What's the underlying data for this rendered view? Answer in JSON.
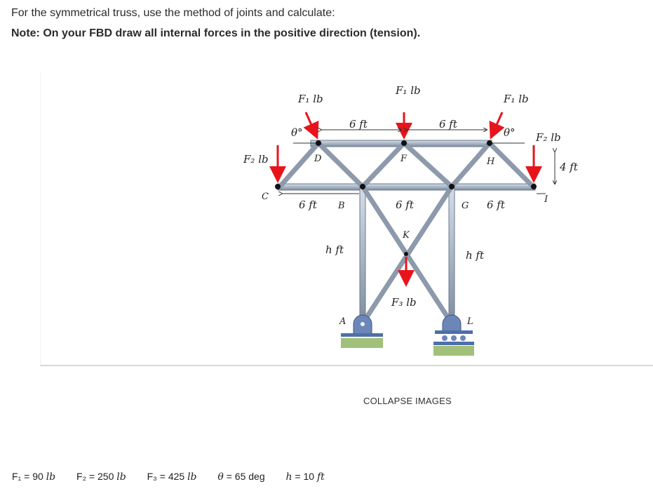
{
  "instructions": {
    "line1": "For the symmetrical truss, use the method of joints and calculate:",
    "line2": "Note: On your FBD draw all internal forces in the positive direction (tension)."
  },
  "figure": {
    "load_F1": "F₁ lb",
    "load_F2": "F₂ lb",
    "load_F3": "F₃ lb",
    "angle": "θ°",
    "dim_6ft": "6 ft",
    "dim_4ft": "4 ft",
    "dim_hft": "h ft",
    "joints": [
      "A",
      "B",
      "C",
      "D",
      "F",
      "G",
      "H",
      "I",
      "K",
      "L"
    ],
    "colors": {
      "member": "#a9b6c6",
      "member_edge": "#6c7a8c",
      "load_arrow": "#e8141c",
      "support": "#4e6fa8",
      "ground": "#8ab058"
    }
  },
  "collapse_button": "COLLAPSE IMAGES",
  "parameters": {
    "F1": {
      "symbol": "F₁",
      "equals": " = 90 ",
      "unit": "lb"
    },
    "F2": {
      "symbol": "F₂",
      "equals": " = 250 ",
      "unit": "lb"
    },
    "F3": {
      "symbol": "F₃",
      "equals": " = 425 ",
      "unit": "lb"
    },
    "theta": {
      "symbol": "θ",
      "equals": " = 65 deg",
      "unit": ""
    },
    "h": {
      "symbol": "h",
      "equals": " = 10 ",
      "unit": "ft"
    }
  }
}
